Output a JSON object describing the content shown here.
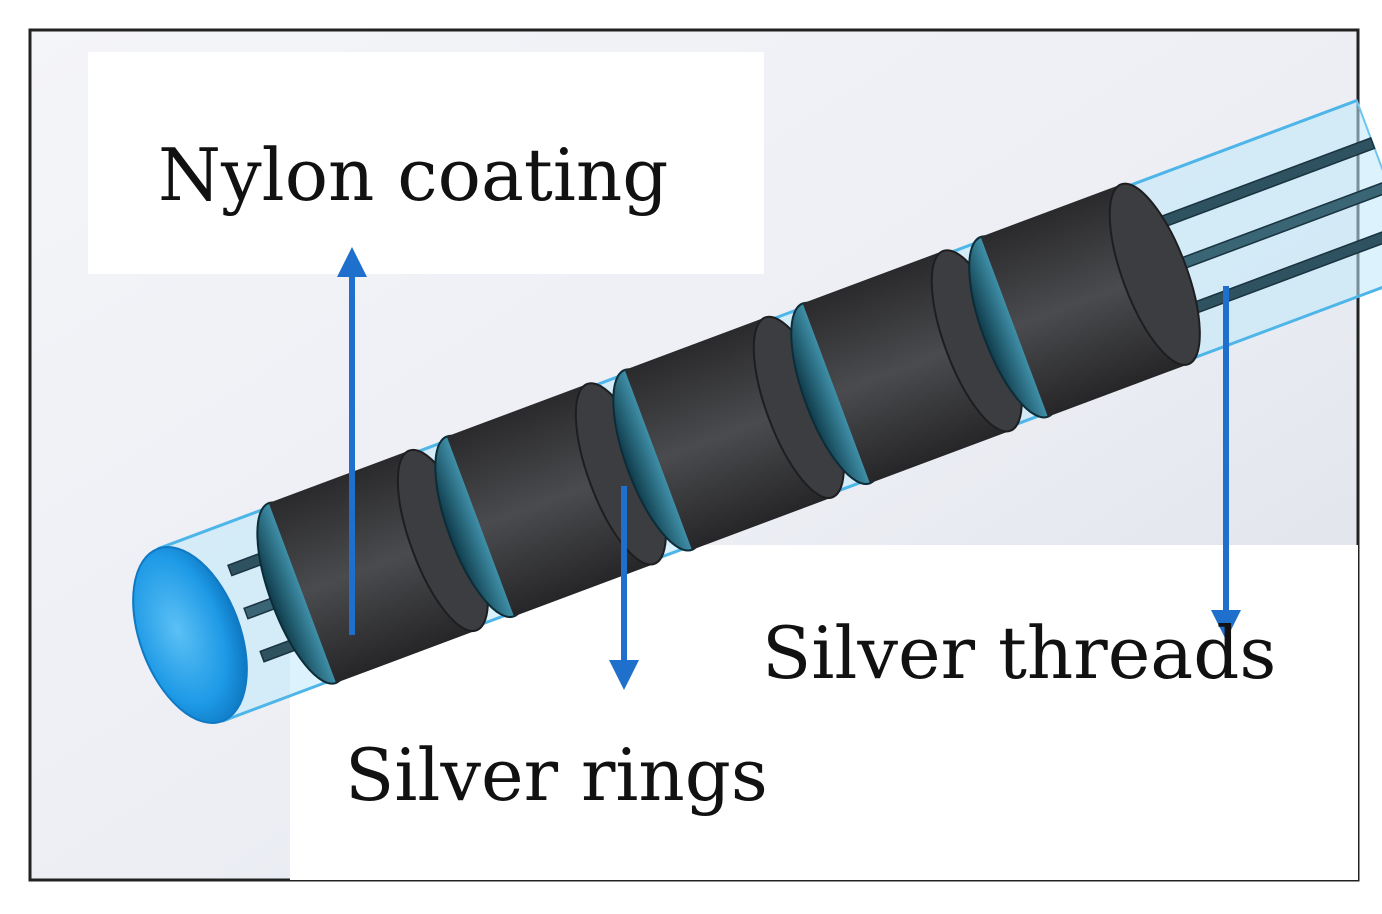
{
  "labels": {
    "nylon_coating": "Nylon coating",
    "silver_rings": "Silver rings",
    "silver_threads": "Silver threads"
  },
  "colors": {
    "arrow": "#1f6fcc",
    "nylon": "#9fdcf5",
    "nylon_end": "#1e9ae6",
    "ring": "#3a3a3c",
    "ring_inner": "#1b4f60",
    "thread": "#2e4f5c",
    "border": "#222222"
  },
  "components": {
    "ring_count": 5,
    "thread_count": 3
  }
}
